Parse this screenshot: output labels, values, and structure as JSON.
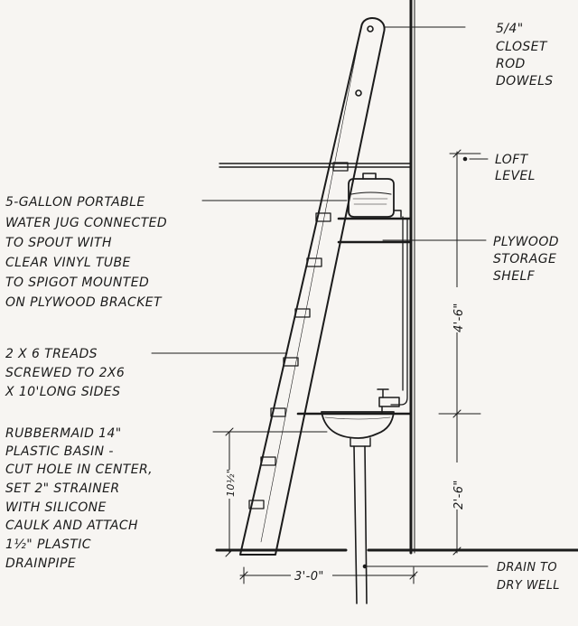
{
  "labels": {
    "dowels": [
      "5/4\"",
      "CLOSET",
      "ROD",
      "DOWELS"
    ],
    "loft": [
      "LOFT",
      "LEVEL"
    ],
    "jug": [
      "5-GALLON PORTABLE",
      "WATER JUG CONNECTED",
      "TO SPOUT WITH",
      "CLEAR VINYL TUBE",
      "TO SPIGOT MOUNTED",
      "ON PLYWOOD BRACKET"
    ],
    "shelf": [
      "PLYWOOD",
      "STORAGE",
      "SHELF"
    ],
    "treads": [
      "2 X 6  TREADS",
      "SCREWED TO 2X6",
      "X 10'LONG SIDES"
    ],
    "basin": [
      "RUBBERMAID 14\"",
      "PLASTIC BASIN -",
      "CUT HOLE IN CENTER,",
      "SET 2\" STRAINER",
      "WITH SILICONE",
      "CAULK AND ATTACH",
      "1½\" PLASTIC",
      "DRAINPIPE"
    ],
    "drain": [
      "DRAIN TO",
      "DRY WELL"
    ]
  },
  "dimensions": {
    "upper_height": "4'-6\"",
    "lower_height": "2'-6\"",
    "basin_height": "10½\"",
    "floor_width": "3'-0\""
  }
}
